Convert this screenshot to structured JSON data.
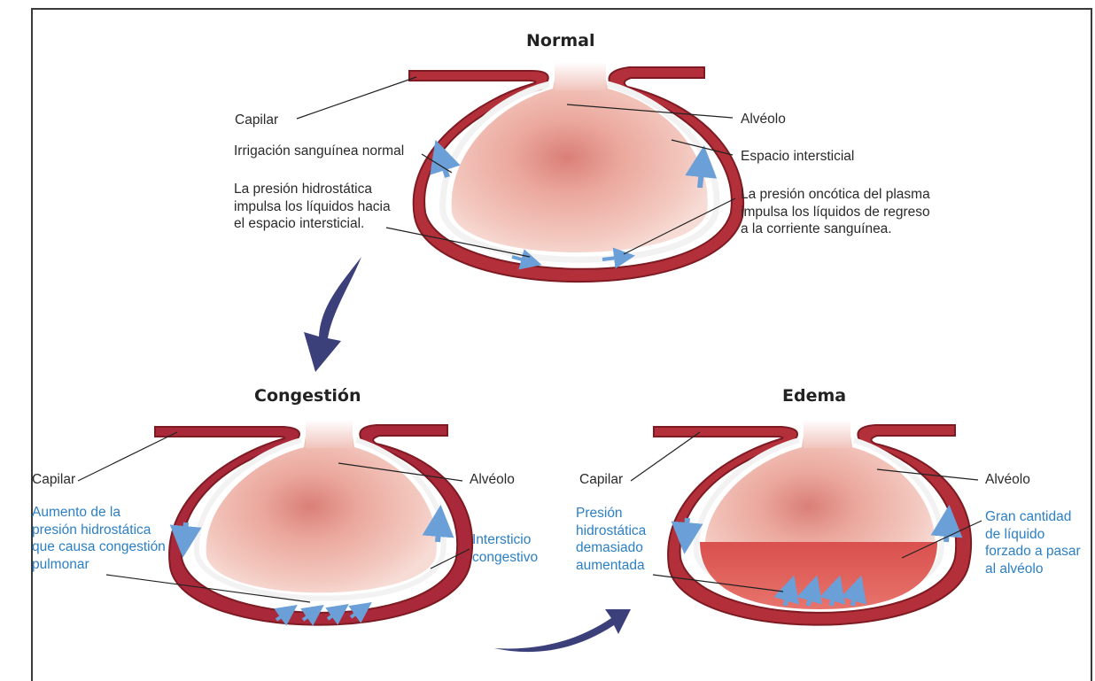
{
  "panels": {
    "normal": {
      "title": "Normal",
      "capilar": "Capilar",
      "alveolo": "Alvéolo",
      "irrigacion": "Irrigación sanguínea normal",
      "espacio": "Espacio intersticial",
      "presion_hidro": "La presión hidrostática\nimpulsa los líquidos hacia\nel espacio intersticial.",
      "presion_onco": "La presión oncótica del plasma\nimpulsa los líquidos de regreso\na la corriente sanguínea."
    },
    "congestion": {
      "title": "Congestión",
      "capilar": "Capilar",
      "alveolo": "Alvéolo",
      "aumento": "Aumento de la\npresión hidrostática\nque causa congestión\npulmonar",
      "intersticio": "Intersticio\ncongestivo"
    },
    "edema": {
      "title": "Edema",
      "capilar": "Capilar",
      "alveolo": "Alvéolo",
      "presion": "Presión\nhidrostática\ndemasiado\naumentada",
      "gran": "Gran cantidad\nde líquido\nforzado a pasar\nal alvéolo"
    }
  },
  "colors": {
    "capillary": "#b3303a",
    "capillary_dark": "#7e1a22",
    "alveolus": "#e8a8a0",
    "membrane": "#f2f2f2",
    "flow_arrow": "#6a9fd8",
    "transition_arrow": "#3b3f7a",
    "fluid": "#d9504e",
    "label_blue": "#2b7fc4"
  },
  "icons": [
    "flow-arrow-icon",
    "transition-arrow-icon"
  ]
}
